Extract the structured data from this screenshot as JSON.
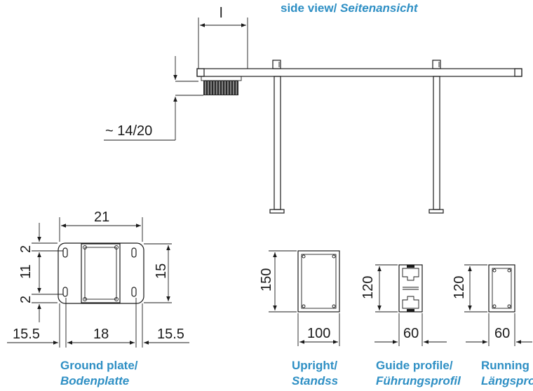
{
  "side_view": {
    "title_en": "side view/",
    "title_de": "Seitenansicht",
    "dim_length": "l",
    "dim_height": "~ 14/20"
  },
  "ground_plate": {
    "caption_en": "Ground plate/",
    "caption_de": "Bodenplatte",
    "dim_top": "21",
    "dim_left_top": "2",
    "dim_left_mid": "11",
    "dim_left_bottom": "2",
    "dim_right": "15",
    "dim_bottom_left": "15.5",
    "dim_bottom_mid": "18",
    "dim_bottom_right": "15.5"
  },
  "upright": {
    "caption_en": "Upright/",
    "caption_de": "Standss",
    "dim_height": "150",
    "dim_width": "100"
  },
  "guide_profile": {
    "caption_en": "Guide profile/",
    "caption_de": "Führungsprofil",
    "dim_height": "120",
    "dim_width": "60"
  },
  "running_profile": {
    "caption_en": "Running",
    "caption_de": "Längspro",
    "dim_height": "120",
    "dim_width": "60"
  },
  "colors": {
    "caption": "#2e8fc4",
    "line": "#1a1a1a"
  }
}
